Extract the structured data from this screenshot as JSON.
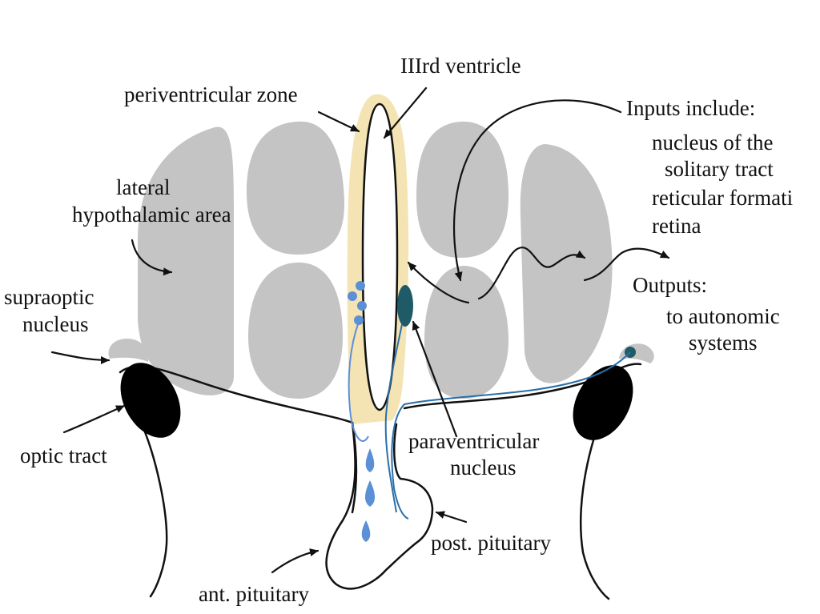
{
  "labels": {
    "third_ventricle": "IIIrd ventricle",
    "periventricular_zone": "periventricular zone",
    "lateral_hypothalamic_line1": "lateral",
    "lateral_hypothalamic_line2": "hypothalamic area",
    "supraoptic_line1": "supraoptic",
    "supraoptic_line2": "nucleus",
    "optic_tract": "optic tract",
    "paraventricular_line1": "paraventricular",
    "paraventricular_line2": "nucleus",
    "post_pituitary": "post. pituitary",
    "ant_pituitary": "ant. pituitary",
    "inputs_heading": "Inputs include:",
    "input_1_line1": "nucleus of the",
    "input_1_line2": "solitary tract",
    "input_2": "reticular formati",
    "input_3": "retina",
    "outputs_heading": "Outputs:",
    "output_1_line1": "to autonomic",
    "output_1_line2": "systems"
  },
  "colors": {
    "nucleus_gray": "#c4c4c4",
    "periventricular_yellow": "#f4e4b4",
    "magnocellular_blue": "#5b8fd6",
    "parvocellular_teal": "#1e5b66",
    "optic_tract_black": "#000000",
    "outline": "#111111"
  }
}
